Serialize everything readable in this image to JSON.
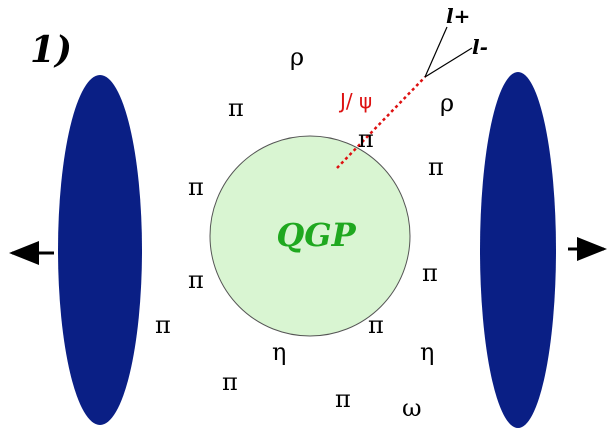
{
  "panel_label": "1)",
  "qgp_label": "QGP",
  "jpsi_label": "J/ ψ",
  "lepton_plus": "l+",
  "lepton_minus": "l-",
  "hadrons": {
    "pi": "π",
    "rho": "ρ",
    "eta": "η",
    "omega": "ω"
  },
  "colors": {
    "nucleus": "#0a1f85",
    "qgp_fill": "#d9f5d2",
    "qgp_text": "#1fa81f",
    "jpsi": "#dd1111"
  }
}
